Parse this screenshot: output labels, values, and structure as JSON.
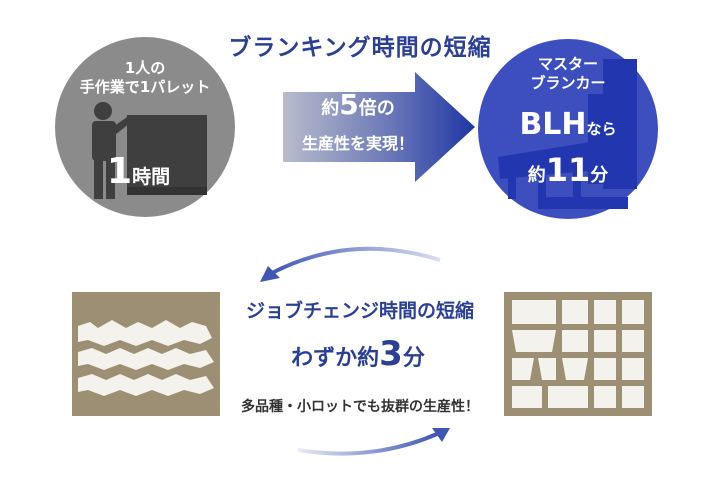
{
  "title": "ブランキング時間の短縮",
  "left_circle": {
    "line1": "1人の",
    "line2": "手作業で1パレット",
    "time_num": "1",
    "time_unit": "時間"
  },
  "arrow": {
    "line1_pre": "約",
    "line1_num": "5",
    "line1_post": "倍の",
    "line2": "生産性を実現！"
  },
  "right_circle": {
    "line1": "マスター",
    "line2": "ブランカー",
    "machine": "BLH",
    "machine_suffix": "なら",
    "time_pre": "約",
    "time_num": "11",
    "time_unit": "分"
  },
  "job_change": {
    "title": "ジョブチェンジ時間の短縮",
    "time_pre": "わずか約",
    "time_num": "3",
    "time_unit": "分",
    "tagline": "多品種・小ロットでも抜群の生産性！"
  },
  "colors": {
    "accent": "#2b3f97",
    "left_circle": "#8b8b8b",
    "right_circle": "#3d4fbe",
    "panel": "#9d8f73"
  }
}
